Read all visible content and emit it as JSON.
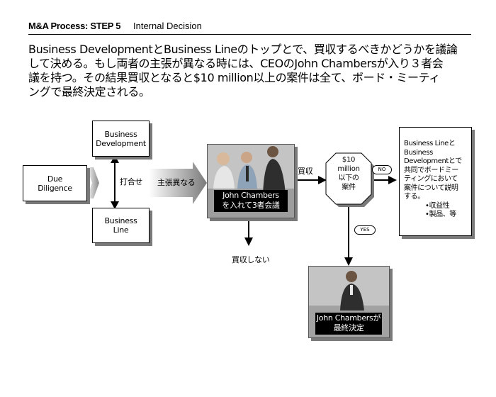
{
  "header": {
    "step": "M&A Process: STEP 5",
    "subtitle": "Internal Decision"
  },
  "intro_lines": [
    "Business DevelopmentとBusiness Lineのトップとで、買収するべきかどうかを議論",
    "して決める。もし両者の主張が異なる時には、CEOのJohn Chambersが入り３者会",
    "議を持つ。その結果買収となると$10 million以上の案件は全て、ボード・ミーティ",
    "ングで最終決定される。"
  ],
  "diagram": {
    "due_diligence": [
      "Due",
      "Diligence"
    ],
    "business_development": [
      "Business",
      "Development"
    ],
    "business_line": [
      "Business",
      "Line"
    ],
    "meeting_label": "打合せ",
    "disagree_label": "主張異なる",
    "three_party_caption": [
      "John Chambers",
      "を入れて3者会議"
    ],
    "no_acquire_label": "買収しない",
    "acquire_label": "買収",
    "decision": [
      "$10",
      "million",
      "以下の",
      "案件"
    ],
    "no_tag": "NO",
    "yes_tag": "YES",
    "final_caption": [
      "John Chambersが",
      "最終決定"
    ],
    "explain_lines": [
      "Business Lineと",
      "Business",
      "Developmentとで",
      "共同でボードミー",
      "ティングにおいて",
      "案件について説明",
      "する。"
    ],
    "explain_bullets": [
      "•収益性",
      "•製品、等"
    ]
  },
  "colors": {
    "shadow": "#7a7a7a",
    "photo_bg": "#c8c8c8",
    "caption_bg": "#000000"
  }
}
